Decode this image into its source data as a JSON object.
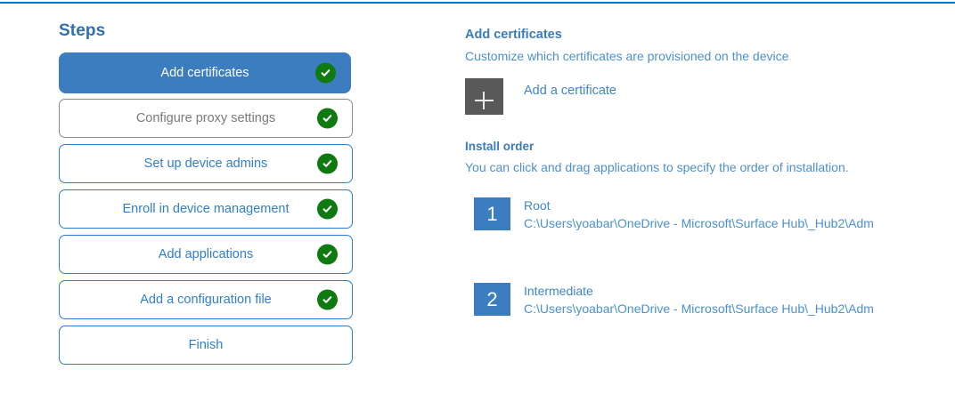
{
  "theme": {
    "accent_rule": "#0078c8",
    "active_step_bg": "#3b7dbf",
    "step_border": "#2d7dd2",
    "muted_step_border": "#8a8a8a",
    "link_blue": "#3f86c9",
    "heading_blue": "#3a7cbd",
    "check_green": "#0f7a0f",
    "add_tile_gray": "#595959",
    "number_badge_blue": "#3b7dbf"
  },
  "steps_pane": {
    "title": "Steps",
    "items": [
      {
        "label": "Add certificates",
        "state": "active",
        "checked": true
      },
      {
        "label": "Configure proxy settings",
        "state": "muted",
        "checked": true
      },
      {
        "label": "Set up device admins",
        "state": "default",
        "checked": true
      },
      {
        "label": "Enroll in device management",
        "state": "default",
        "checked": true
      },
      {
        "label": "Add applications",
        "state": "default",
        "checked": true
      },
      {
        "label": "Add a configuration file",
        "state": "default",
        "checked": true
      },
      {
        "label": "Finish",
        "state": "default",
        "checked": false
      }
    ]
  },
  "detail_pane": {
    "heading": "Add certificates",
    "subtitle": "Customize which certificates are provisioned on the device",
    "add_certificate": {
      "icon": "plus-icon",
      "label": "Add a certificate"
    },
    "install_order": {
      "heading": "Install order",
      "subtitle": "You can click and drag applications to specify the order of installation.",
      "items": [
        {
          "number": "1",
          "name": "Root",
          "path": "C:\\Users\\yoabar\\OneDrive - Microsoft\\Surface Hub\\_Hub2\\Adm"
        },
        {
          "number": "2",
          "name": "Intermediate",
          "path": "C:\\Users\\yoabar\\OneDrive - Microsoft\\Surface Hub\\_Hub2\\Adm"
        }
      ]
    }
  }
}
